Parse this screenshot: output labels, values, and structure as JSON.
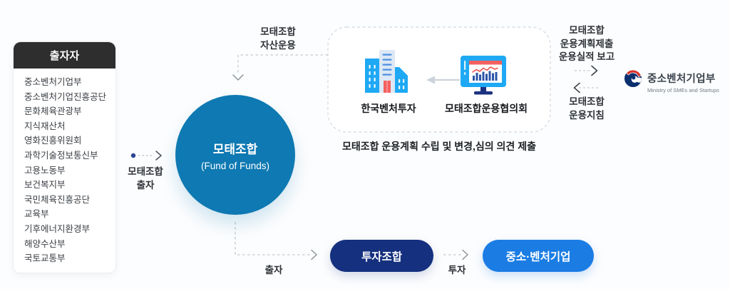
{
  "sidebar": {
    "title": "출자자",
    "items": [
      "중소벤처기업부",
      "중소벤처기업진흥공단",
      "문화체육관광부",
      "지식재산처",
      "영화진흥위원회",
      "과학기술정보통신부",
      "고용노동부",
      "보건복지부",
      "국민체육진흥공단",
      "교육부",
      "기후에너지환경부",
      "해양수산부",
      "국토교통부"
    ]
  },
  "fund_circle": {
    "title": "모태조합",
    "subtitle": "(Fund of Funds)"
  },
  "flow_labels": {
    "fund_contribution": {
      "line1": "모태조합",
      "line2": "출자"
    },
    "asset_management": {
      "line1": "모태조합",
      "line2": "자산운용"
    },
    "plan_report": {
      "line1": "모태조합",
      "line2": "운용계획제출",
      "line3": "운용실적 보고"
    },
    "guideline": {
      "line1": "모태조합",
      "line2": "운용지침"
    },
    "contribution": "출자",
    "investment": "투자"
  },
  "operations_box": {
    "kvic_label": "한국벤처투자",
    "council_label": "모태조합운용협의회",
    "caption": "모태조합 운용계획 수립 및 변경,심의 의견 제출"
  },
  "ministry": {
    "name": "중소벤처기업부",
    "name_en": "Ministry of SMEs and Startups"
  },
  "entities": {
    "investment_fund": "투자조합",
    "sme_venture": "중소·벤처기업"
  },
  "colors": {
    "circle_blue": "#0e79b2",
    "fund_pill_navy": "#15307e",
    "sme_pill_blue": "#1b7de4",
    "icon_blue": "#1fa9f4",
    "accent_red": "#f4605f",
    "icon_navy": "#1b3180",
    "emblem_navy": "#0b2f6d",
    "emblem_red": "#d6322b",
    "header_dark": "#2e2e2e"
  }
}
